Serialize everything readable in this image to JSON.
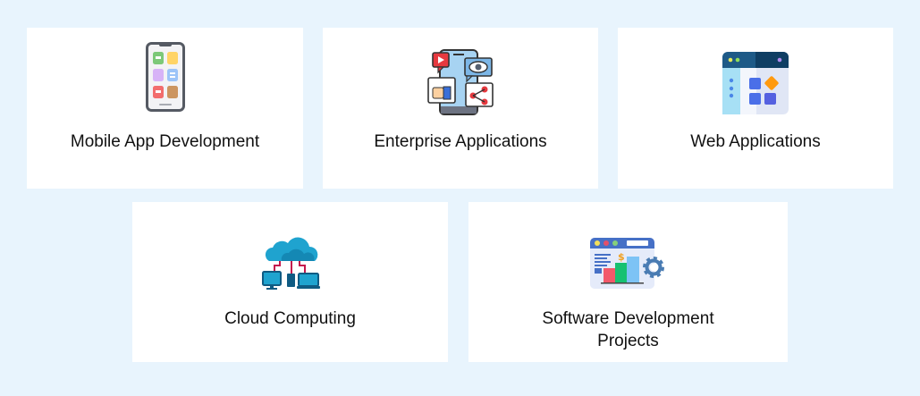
{
  "page": {
    "background": "#e8f4fd",
    "card_background": "#ffffff"
  },
  "cards": [
    {
      "label": "Mobile App Development",
      "icon": "smartphone-apps-icon"
    },
    {
      "label": "Enterprise Applications",
      "icon": "enterprise-social-apps-icon"
    },
    {
      "label": "Web Applications",
      "icon": "web-browser-grid-icon"
    },
    {
      "label": "Cloud Computing",
      "icon": "cloud-network-devices-icon"
    },
    {
      "label": "Software Development Projects",
      "label_line1": "Software Development",
      "label_line2": "Projects",
      "icon": "software-dashboard-gear-icon"
    }
  ]
}
